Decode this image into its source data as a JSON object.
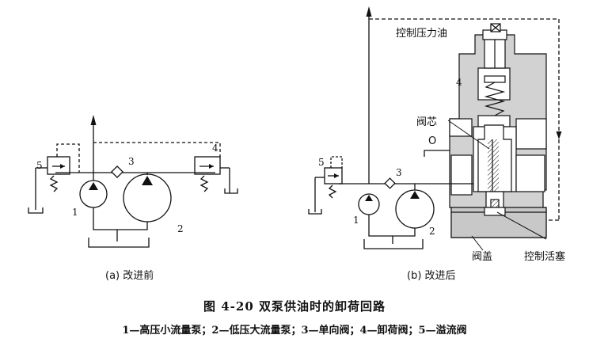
{
  "figure": {
    "title": "图 4-20   双泵供油时的卸荷回路",
    "legend": "1—高压小流量泵；2—低压大流量泵；3—单向阀；4—卸荷阀；5—溢流阀"
  },
  "panel_a": {
    "caption": "(a) 改进前",
    "labels": {
      "n1": "1",
      "n2": "2",
      "n3": "3",
      "n4": "4",
      "n5": "5"
    }
  },
  "panel_b": {
    "caption": "(b) 改进后",
    "labels": {
      "n1": "1",
      "n2": "2",
      "n3": "3",
      "n4": "4",
      "n5": "5",
      "control_oil": "控制压力油",
      "spool": "阀芯",
      "port_o": "O",
      "cover": "阀盖",
      "control_piston": "控制活塞"
    }
  }
}
